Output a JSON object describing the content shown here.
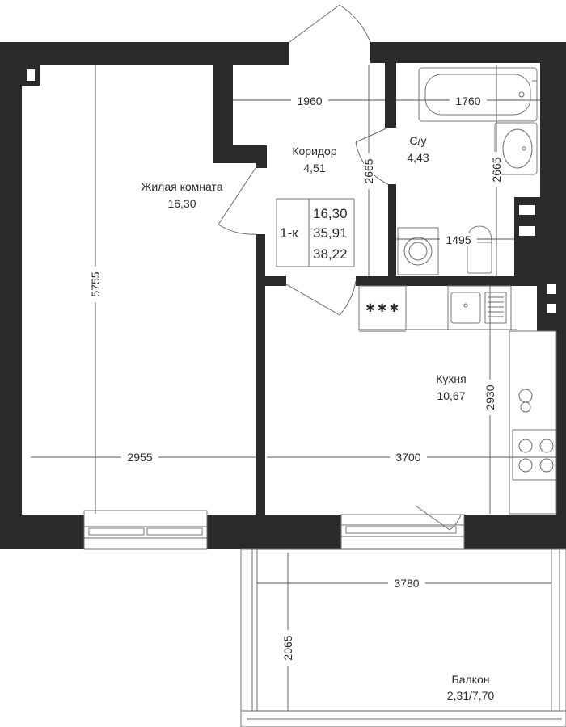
{
  "rooms": {
    "living": {
      "name": "Жилая комната",
      "area": "16,30"
    },
    "corridor": {
      "name": "Коридор",
      "area": "4,51"
    },
    "bathroom": {
      "name": "С/у",
      "area": "4,43"
    },
    "kitchen": {
      "name": "Кухня",
      "area": "10,67"
    },
    "balcony": {
      "name": "Балкон",
      "area": "2,31/7,70"
    }
  },
  "summary": {
    "type": "1-к",
    "living_area": "16,30",
    "total_area": "35,91",
    "total_with_balcony": "38,22"
  },
  "dimensions": {
    "living_width": "2955",
    "living_length": "5755",
    "corridor_width": "1960",
    "corridor_length": "2665",
    "bath_width": "1760",
    "bath_length": "2665",
    "bath_inner_width": "1495",
    "kitchen_width": "3700",
    "kitchen_length": "2930",
    "balcony_width": "3780",
    "balcony_length": "2065"
  },
  "stove_symbol": "✱✱✱"
}
